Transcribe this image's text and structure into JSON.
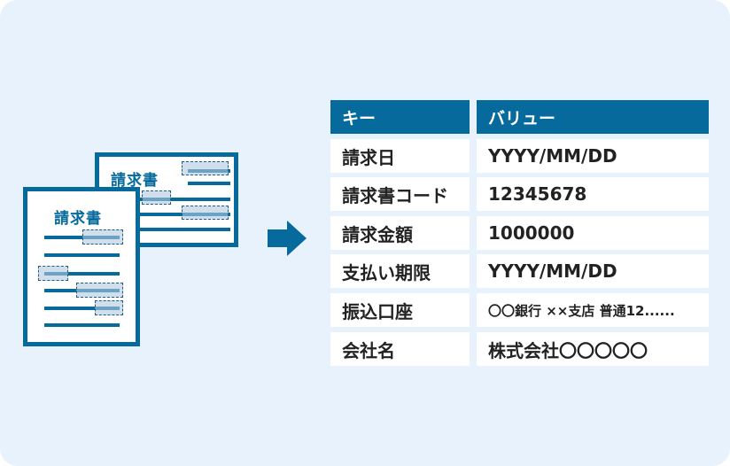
{
  "documents": {
    "back_title": "請求書",
    "front_title": "請求書"
  },
  "table": {
    "headers": {
      "key": "キー",
      "value": "バリュー"
    },
    "rows": [
      {
        "key": "請求日",
        "value": "YYYY/MM/DD"
      },
      {
        "key": "請求書コード",
        "value": "12345678"
      },
      {
        "key": "請求金額",
        "value": "1000000"
      },
      {
        "key": "支払い期限",
        "value": "YYYY/MM/DD"
      },
      {
        "key": "振込口座",
        "value": "〇〇銀行 ××支店 普通12......"
      },
      {
        "key": "会社名",
        "value": "株式会社〇〇〇〇〇"
      }
    ]
  },
  "colors": {
    "accent": "#066a9d",
    "background": "#e8f2fc",
    "highlight": "#b0cade"
  },
  "icons": {
    "arrow": "arrow-right-icon"
  }
}
